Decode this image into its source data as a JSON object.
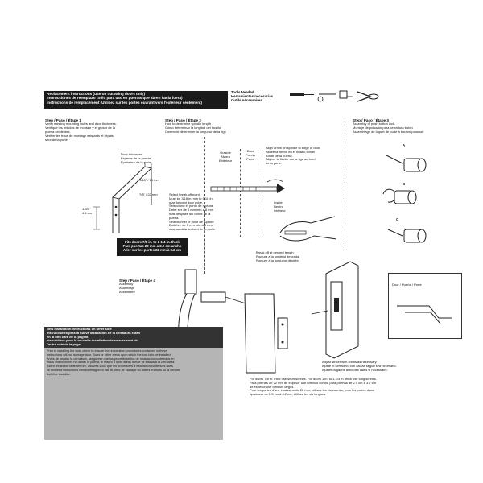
{
  "header": {
    "line1": "Replacement instructions (Use on outswing doors only)",
    "line2": "Instrucciones de reemplazo (Sólo para uso en puertas que abren hacia fuera)",
    "line3": "Instructions de remplacement (Utilisez sur les portes ouvrant vers l'extérieur seulement)"
  },
  "tools": {
    "title_en": "Tools Needed",
    "title_es": "Herramientas necesarias",
    "title_fr": "Outils nécessaires"
  },
  "step1": {
    "title": "Step / Paso / Étape 1",
    "text": [
      "Verify existing mounting holes and door thickness.",
      "Verifique los orificios de montaje y el grosor de la",
      "puerta existentes.",
      "Vérifier les trous de montage existants et l'épais-",
      "seur de la porte."
    ],
    "door_thickness": [
      "Door thickness",
      "Espesor de la puerta",
      "Épaisseur de la porte"
    ],
    "dim1": "9/16\" / 14 mm",
    "dim2": "7/8\" / 22 mm",
    "dim3": [
      "1-3/4\"",
      "4.4 cm"
    ],
    "fits": [
      "Fits doors 7/8 in. to 1-1/4 in. thick",
      "Para puertas 22 mm a 3.2 cm ancho",
      "Aller sur les portes 22 mm à 3.2 cm"
    ]
  },
  "step2": {
    "title": "Step / Paso / Étape 2",
    "text": [
      "How to determine spindle length",
      "Cómo determinar la longitud del husillo",
      "Comment déterminer la longueur de la tige"
    ],
    "outside": [
      "Outside",
      "Afuera",
      "Extérieur"
    ],
    "door": [
      "Door",
      "Puerta",
      "Porte"
    ],
    "align": [
      "Align arrow on spindle to edge of door.",
      "Alinee la flecha en el husillo con el",
      "borde de la puerta.",
      "Aligner la flèche sur la tige au bord",
      "de la porte."
    ],
    "select": [
      "Select break-off point",
      "Must be 3/16 in. min to 5/16 in.",
      "max beyond door edge.",
      "Seleccione el punto de ruptura",
      "Debe ser de 5 mm min a 8 mm",
      "más después del borde de la",
      "puerta.",
      "Sélectionner le point de rupture",
      "Doit être de 5 mm min à 8 mm",
      "max au-delà du bord de la porte."
    ],
    "inside": [
      "Inside",
      "Dentro",
      "Intérieur"
    ],
    "break": [
      "Break off at desired length.",
      "Ruptura a la longitud deseada.",
      "Rupture à la longueur désirée."
    ]
  },
  "step3": {
    "title": "Step / Paso / Étape 3",
    "text": [
      "Assembly of push button lock.",
      "Montaje de pulsador para cerradura botón",
      "Assemblage de loquet de porte à bouton-poussoir"
    ],
    "labels": [
      "A",
      "B",
      "C"
    ]
  },
  "step4": {
    "title": "Step / Paso / Étape 4",
    "text": [
      "Assembly",
      "Asamblaje",
      "Assemblée"
    ]
  },
  "inset": {
    "label": "Door / Puerta / Porte"
  },
  "strike": [
    "Adjust striker with shims as necessary.",
    "Ajuste el cerradero con calzas según sea necesario.",
    "Ajuster la gâche avec des cales si nécessaire."
  ],
  "doors": [
    "For doors 7/8 in. thick use short screws. For doors 1 in. to 1-1/4 in. thick use long screws.",
    "Para puertas de 22 mm de espesor use tornillos cortos; para puertas de 2.5 cm a 3.2 cm",
    "de espesor use tornillos largos.",
    "Pour les portes d'une épaisseur de 22 mm, utilisez les vis courtes; pour les portes d'une",
    "épaisseur de 2.5 cm à 3.2 cm, utilisez les vis longues."
  ],
  "notice": {
    "bar": [
      "New installation instructions on other side",
      "Instrucciones para la nueva instalación de la cerradura están",
      "en la otra cara de la página",
      "Instructions pour la nouvelle installation de serrure sont de",
      "l'autre côté de la page"
    ],
    "body": [
      "Prior to installing the lock, check to ensure that installation procedures contained in these",
      "instructions will not damage door. Burrs or other areas upon which the lock is to be installed.",
      "Antes de instalar la cerradura, asegúrese que los procedimientos de instalación contenidos en",
      "estas instrucciones no dañan la puerta, el marco u otras áreas donde se instalará la cerradura.",
      "Avant d'installer cette serrure, assurez-vous que les procédures d'installation contenues dans",
      "ce feuillet d'instructions n'endommageront pas la porte, le cadrage ou autres endroits où la serrure",
      "doit être installée."
    ]
  }
}
